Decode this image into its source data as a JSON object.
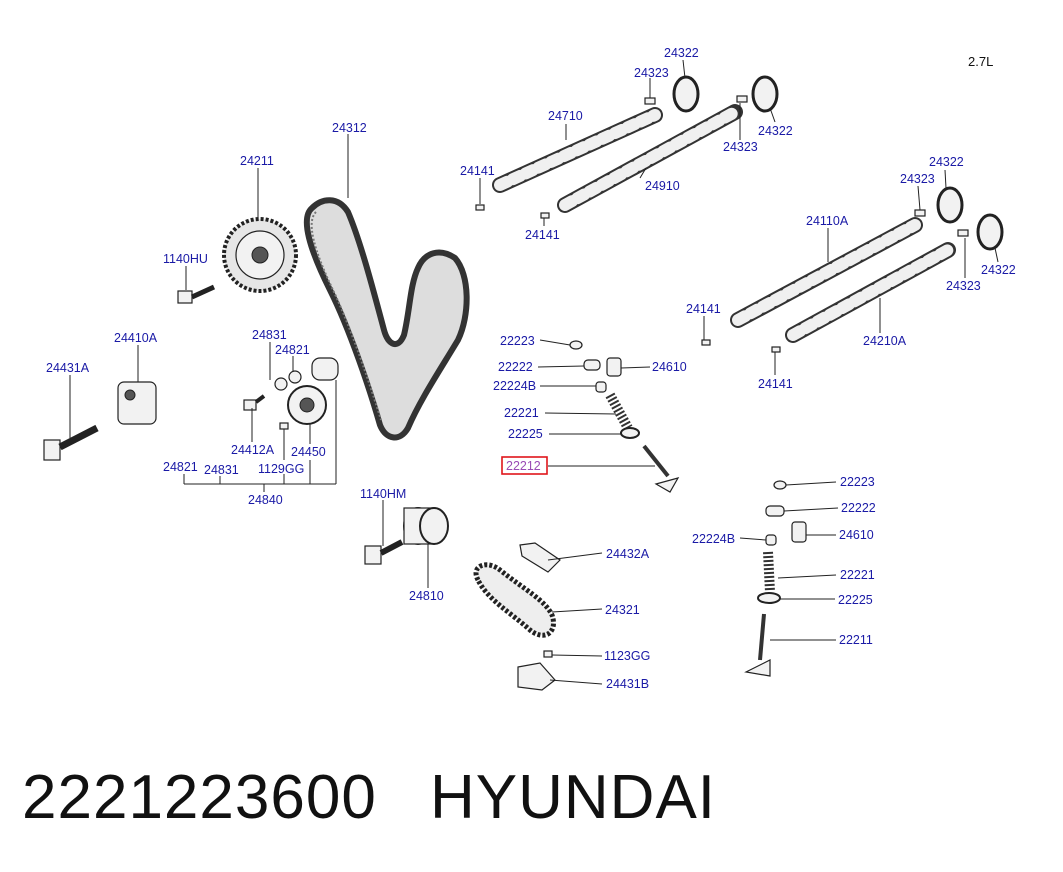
{
  "engine_label": "2.7L",
  "footer": {
    "part_number": "2221223600",
    "brand": "HYUNDAI"
  },
  "highlight_color": "#e0151b",
  "label_color": "#1a1aa6",
  "callouts": {
    "c24322_a": "24322",
    "c24323_a": "24323",
    "c24710": "24710",
    "c24322_b": "24322",
    "c24323_b": "24323",
    "c24141_a": "24141",
    "c24910": "24910",
    "c24141_b": "24141",
    "c24312": "24312",
    "c24211": "24211",
    "c1140hu": "1140HU",
    "c24322_c": "24322",
    "c24323_c": "24323",
    "c24110a": "24110A",
    "c24322_d": "24322",
    "c24323_d": "24323",
    "c24141_c": "24141",
    "c24210a": "24210A",
    "c24141_d": "24141",
    "c24410a": "24410A",
    "c24431a": "24431A",
    "c24831_a": "24831",
    "c24821_a": "24821",
    "c24412a": "24412A",
    "c24450": "24450",
    "c24821_b": "24821",
    "c24831_b": "24831",
    "c1129gg": "1129GG",
    "c24840": "24840",
    "c22223_a": "22223",
    "c22222_a": "22222",
    "c24610_a": "24610",
    "c22224b_a": "22224B",
    "c22221_a": "22221",
    "c22225_a": "22225",
    "c22212": "22212",
    "c1140hm": "1140HM",
    "c24810": "24810",
    "c24432a": "24432A",
    "c24321": "24321",
    "c1123gg": "1123GG",
    "c24431b": "24431B",
    "c22223_b": "22223",
    "c22222_b": "22222",
    "c22224b_b": "22224B",
    "c24610_b": "24610",
    "c22221_b": "22221",
    "c22225_b": "22225",
    "c22211": "22211"
  }
}
